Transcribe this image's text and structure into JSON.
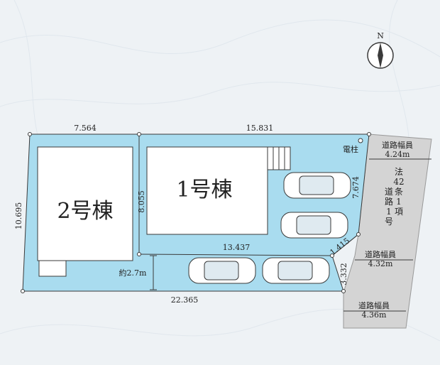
{
  "colors": {
    "lot": "#a9dcef",
    "road": "#d4d4d4",
    "building": "#ffffff",
    "outline": "#3a3a3a",
    "background": "#eef2f5"
  },
  "compass": {
    "north_label": "N"
  },
  "buildings": {
    "building1_label": "1号棟",
    "building2_label": "2号棟"
  },
  "utility_pole_label": "電柱",
  "dimensions": {
    "top_left": "7.564",
    "top_right": "15.831",
    "left_side": "10.695",
    "divider_vertical": "8.055",
    "divider_horizontal": "13.437",
    "east_side": "7.674",
    "diagonal": "1.415",
    "east_lower": "3.332",
    "bottom": "22.365",
    "driveway_width": "約2.7m"
  },
  "roads": {
    "upper_width_title": "道路幅員",
    "upper_width_value": "4.24m",
    "legal_road": [
      "法",
      "42",
      "条",
      "1",
      "項",
      "道",
      "路",
      "1",
      "号"
    ],
    "middle_width_title": "道路幅員",
    "middle_width_value": "4.32m",
    "lower_width_title": "道路幅員",
    "lower_width_value": "4.36m"
  }
}
